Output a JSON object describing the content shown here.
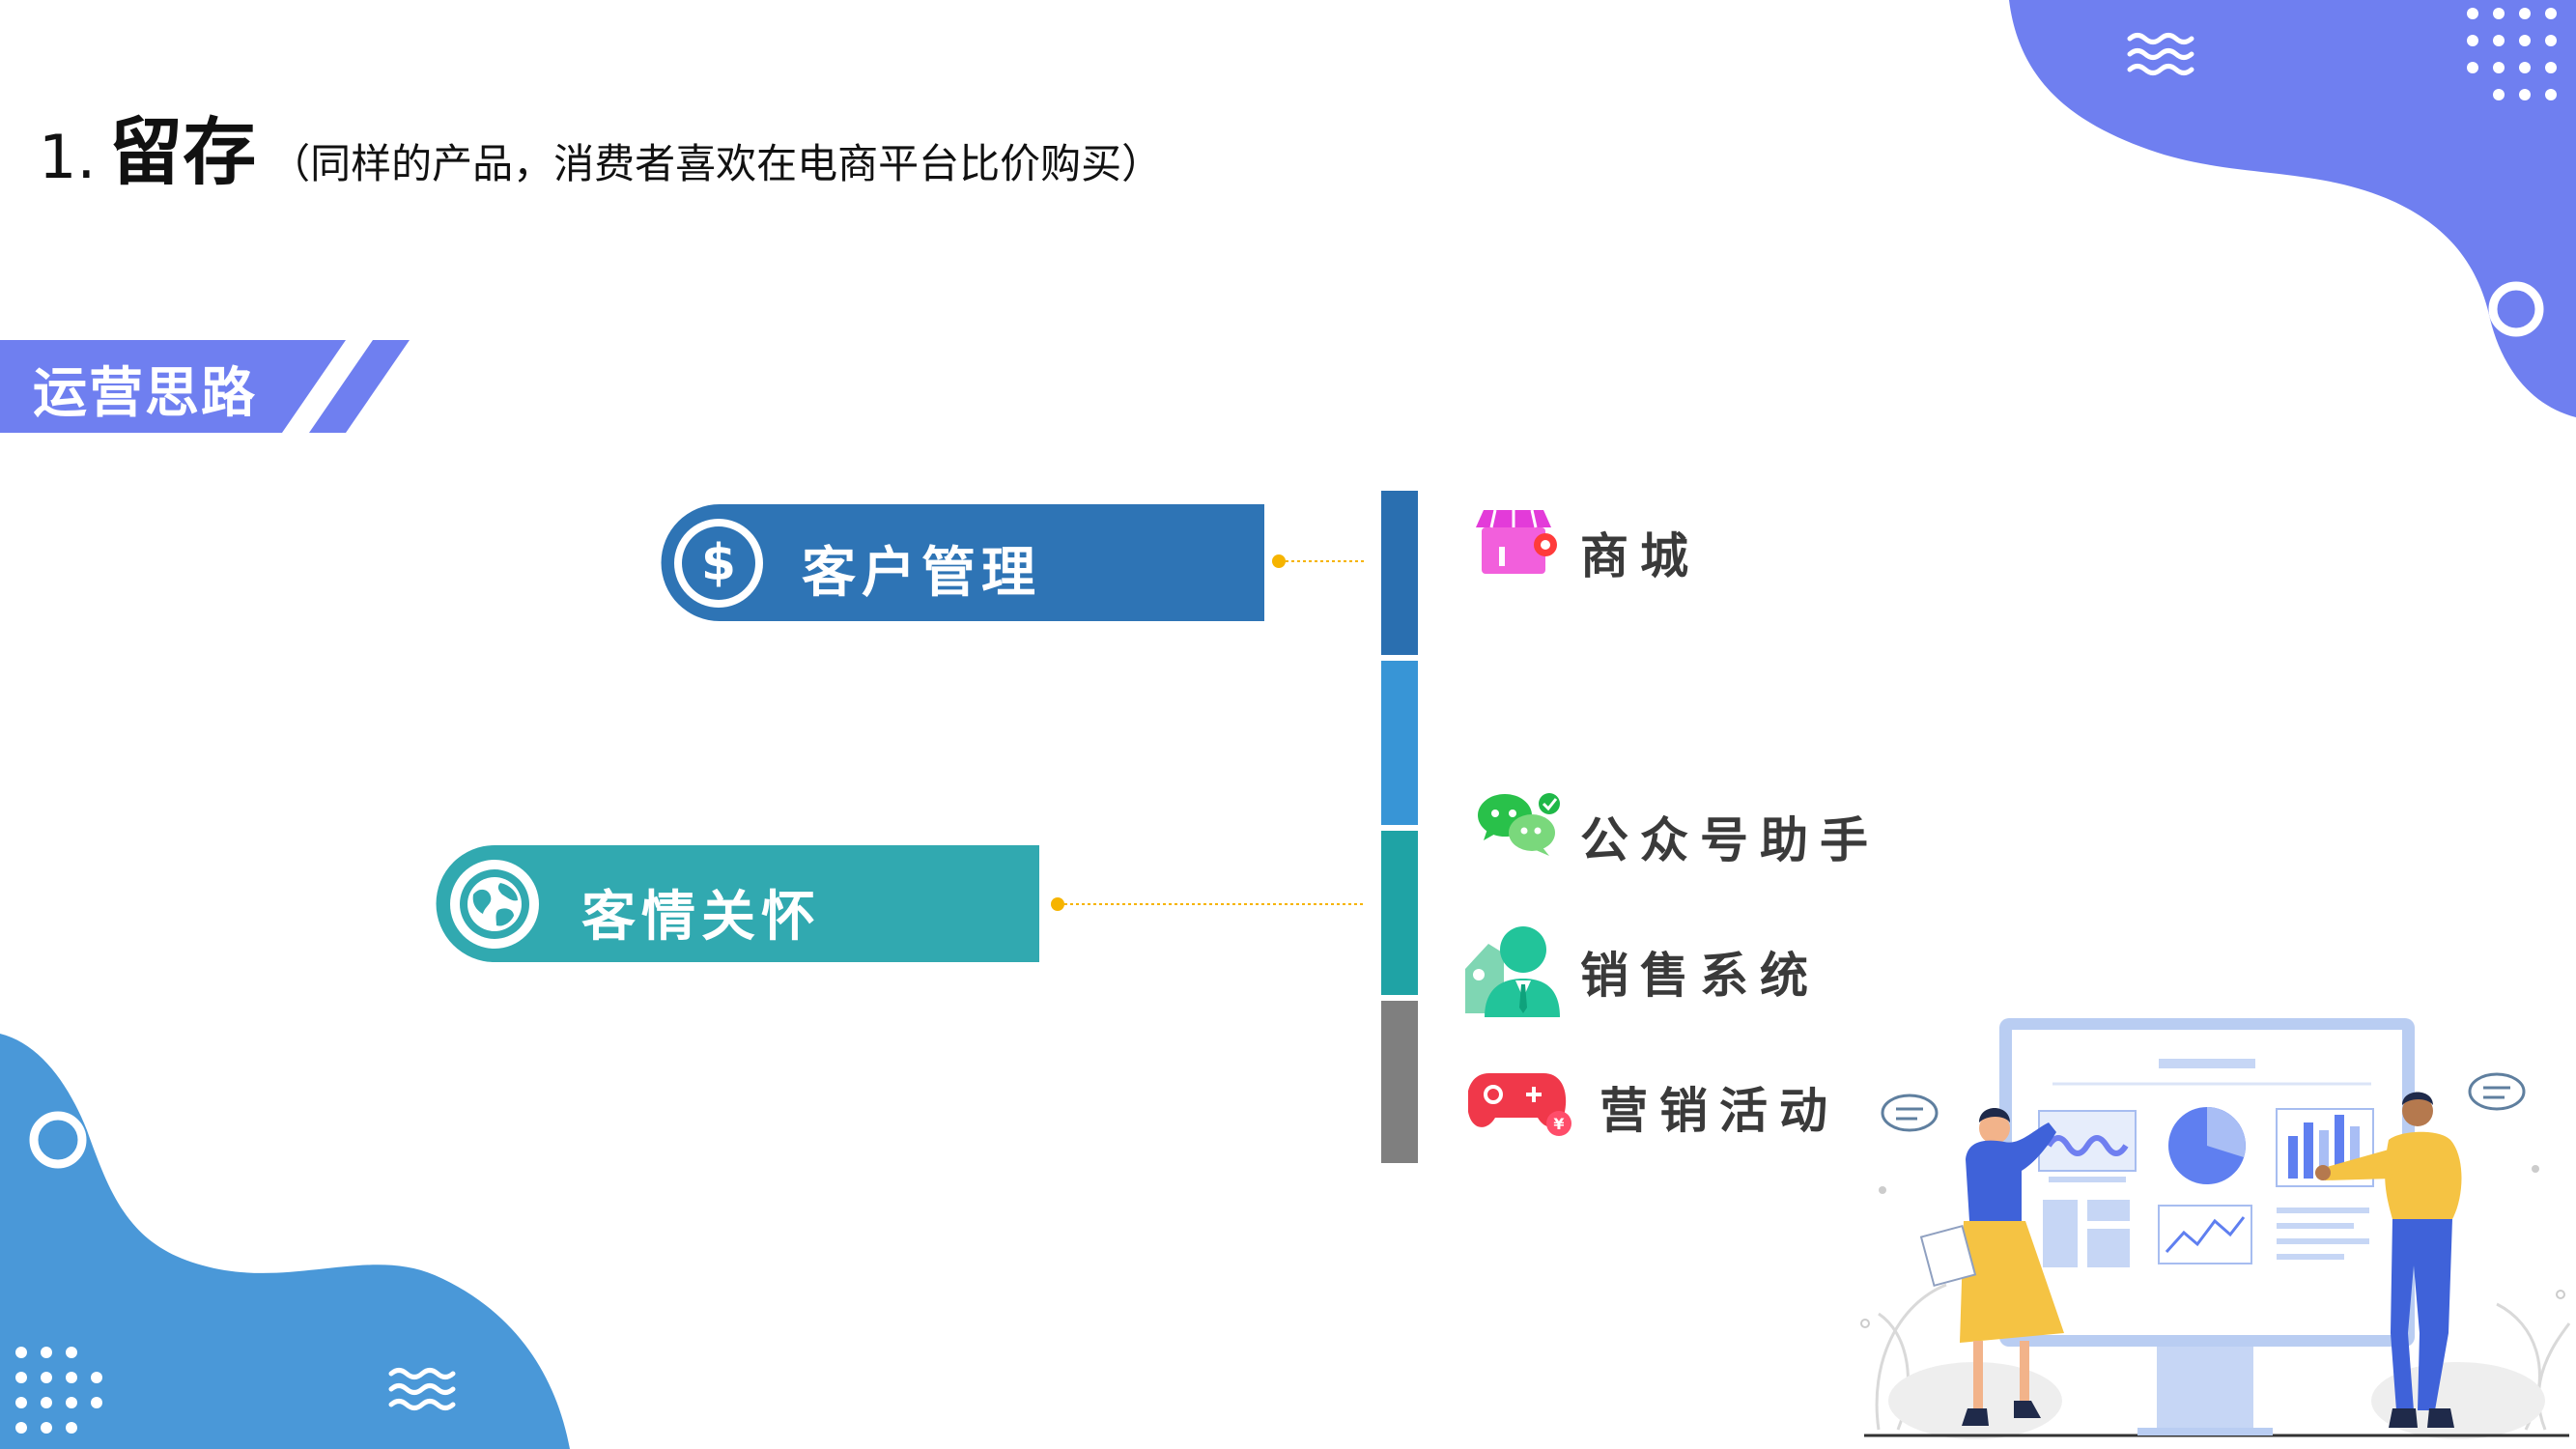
{
  "title": {
    "number": "1.",
    "main": "留存",
    "subtitle": "（同样的产品，消费者喜欢在电商平台比价购买）"
  },
  "section_tag": {
    "label": "运营思路"
  },
  "nodes": [
    {
      "label": "客户管理",
      "icon": "dollar-icon"
    },
    {
      "label": "客情关怀",
      "icon": "globe-icon"
    }
  ],
  "items": [
    {
      "label": "商城",
      "icon": "store-icon"
    },
    {
      "label": "公众号助手",
      "icon": "wechat-icon"
    },
    {
      "label": "销售系统",
      "icon": "salesperson-icon"
    },
    {
      "label": "营销活动",
      "icon": "gamepad-icon"
    }
  ],
  "colors": {
    "accent_blue": "#6f7ff0",
    "node1": "#2e74b5",
    "node2": "#31a9b0",
    "bar_segments": [
      "#2a6fb0",
      "#3895d6",
      "#1fa3a5",
      "#7f7f7f"
    ],
    "blob_bottom": "#4a98d8",
    "connector_dot": "#f6b400"
  },
  "illustration": {
    "type": "two-people-presenting-dashboard"
  }
}
